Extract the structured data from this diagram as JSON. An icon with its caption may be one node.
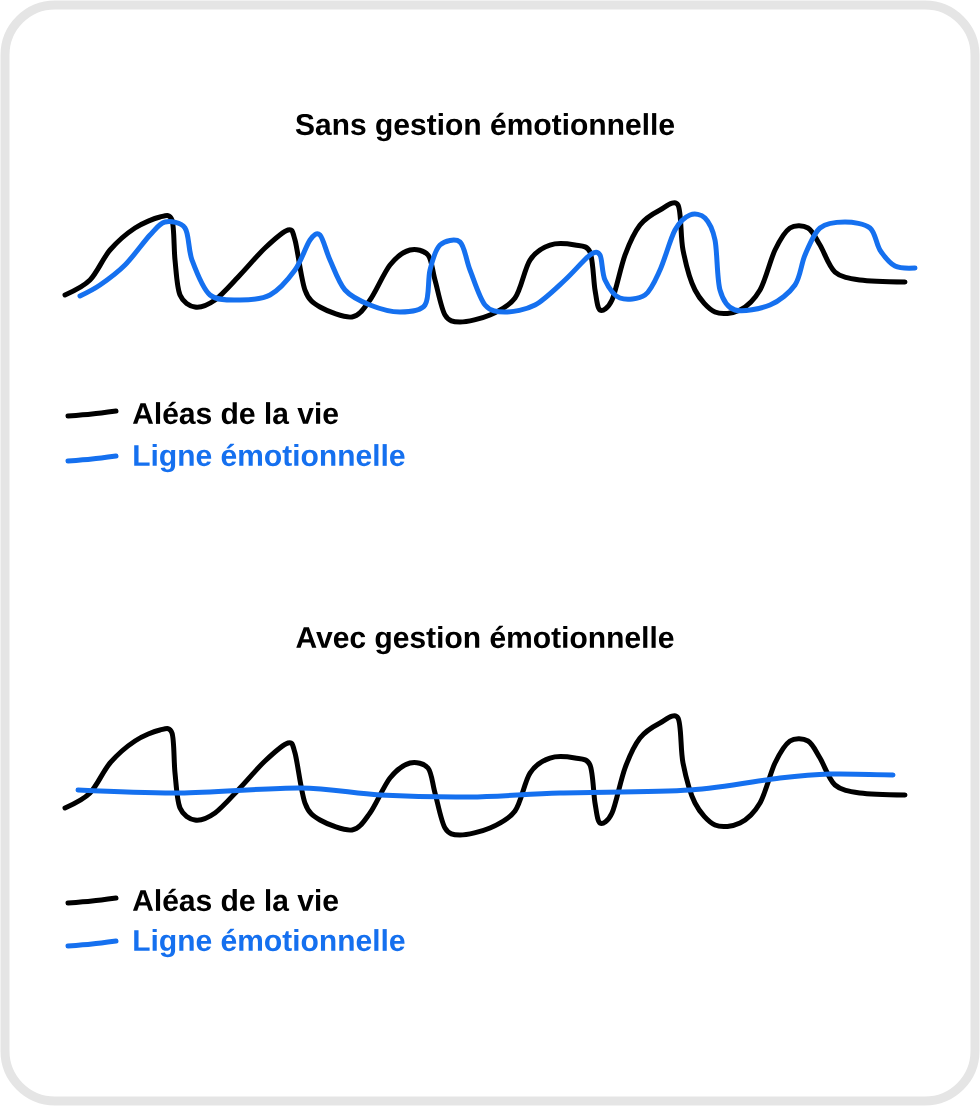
{
  "diagram": {
    "labels": [
      "Sans gestion émotionnelle",
      "Avec gestion émotionnelle"
    ],
    "legend": [
      {
        "text": "Aléas de la vie",
        "color": "#000000"
      },
      {
        "text": "Ligne émotionnelle",
        "color": "#1570ef"
      },
      {
        "text": "Aléas de la vie",
        "color": "#000000"
      },
      {
        "text": "Ligne émotionnelle",
        "color": "#1570ef"
      }
    ]
  }
}
